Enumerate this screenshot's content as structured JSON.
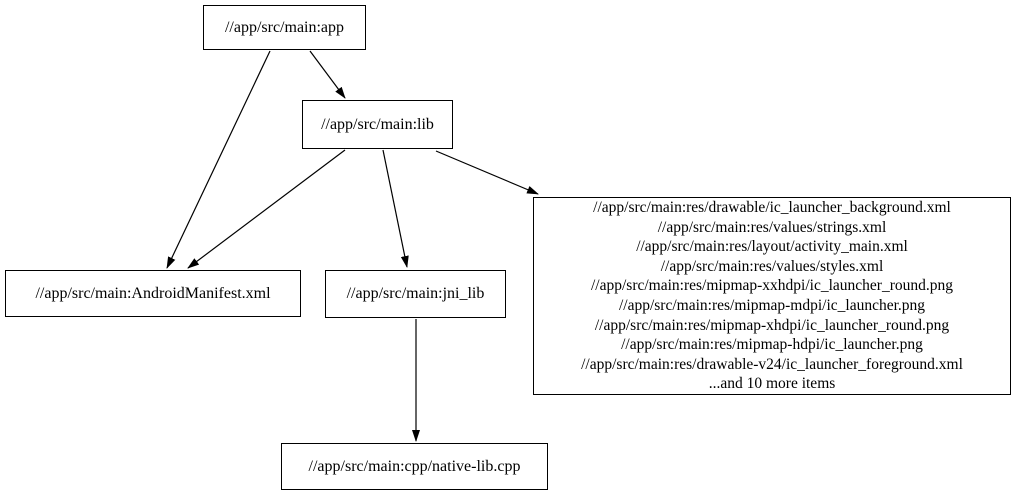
{
  "graph": {
    "type": "dependency-graph",
    "background_color": "#ffffff",
    "node_fill_color": "#ffffff",
    "node_border_color": "#000000",
    "edge_color": "#000000",
    "text_color": "#000000",
    "nodes": [
      {
        "id": "app",
        "label": "//app/src/main:app"
      },
      {
        "id": "lib",
        "label": "//app/src/main:lib"
      },
      {
        "id": "android-manifest",
        "label": "//app/src/main:AndroidManifest.xml"
      },
      {
        "id": "jni-lib",
        "label": "//app/src/main:jni_lib"
      },
      {
        "id": "res-files-group",
        "lines": [
          "//app/src/main:res/drawable/ic_launcher_background.xml",
          "//app/src/main:res/values/strings.xml",
          "//app/src/main:res/layout/activity_main.xml",
          "//app/src/main:res/values/styles.xml",
          "//app/src/main:res/mipmap-xxhdpi/ic_launcher_round.png",
          "//app/src/main:res/mipmap-mdpi/ic_launcher.png",
          "//app/src/main:res/mipmap-xhdpi/ic_launcher_round.png",
          "//app/src/main:res/mipmap-hdpi/ic_launcher.png",
          "//app/src/main:res/drawable-v24/ic_launcher_foreground.xml",
          "...and 10 more items"
        ]
      },
      {
        "id": "native-lib-cpp",
        "label": "//app/src/main:cpp/native-lib.cpp"
      }
    ],
    "edges": [
      {
        "from": "app",
        "to": "android-manifest"
      },
      {
        "from": "app",
        "to": "lib"
      },
      {
        "from": "lib",
        "to": "android-manifest"
      },
      {
        "from": "lib",
        "to": "jni-lib"
      },
      {
        "from": "lib",
        "to": "res-files-group"
      },
      {
        "from": "jni-lib",
        "to": "native-lib-cpp"
      }
    ]
  }
}
